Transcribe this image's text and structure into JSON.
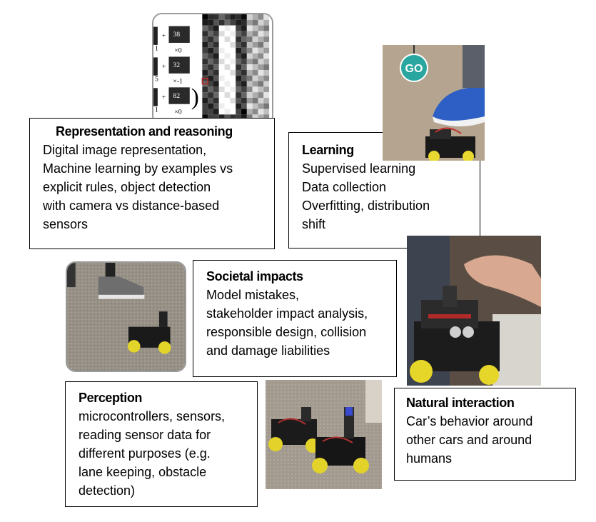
{
  "boxes": {
    "representation": {
      "title": "Representation and reasoning",
      "body": "Digital image representation,\nMachine learning by examples vs\nexplicit rules, object detection\nwith camera vs distance-based\nsensors"
    },
    "learning": {
      "title": "Learning",
      "body": " Supervised learning\n Data collection\nOverfitting, distribution\nshift"
    },
    "societal": {
      "title": "Societal impacts",
      "body": "Model mistakes,\nstakeholder impact analysis,\nresponsible design, collision\nand damage liabilities"
    },
    "perception": {
      "title": "Perception",
      "body": "microcontrollers, sensors,\nreading sensor data for\ndifferent purposes (e.g.\nlane keeping, obstacle\ndetection)"
    },
    "interaction": {
      "title": "Natural interaction",
      "body": "Car’s behavior around\nother cars and around\nhumans"
    }
  },
  "pixel_image": {
    "numbers": [
      "38",
      "32",
      "82"
    ],
    "multipliers": [
      "×0",
      "×-1",
      "×0"
    ],
    "left_digits": [
      "1",
      "5",
      "1"
    ]
  },
  "go_sign": "GO"
}
